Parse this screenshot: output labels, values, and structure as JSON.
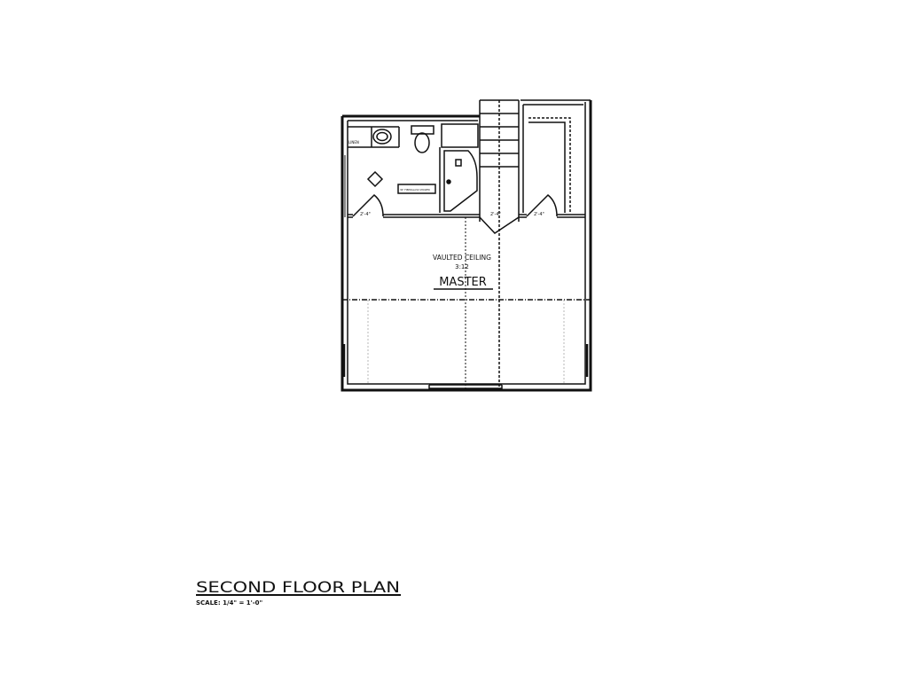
{
  "plan": {
    "title": "SECOND FLOOR PLAN",
    "scale": "SCALE: 1/4\" = 1'-0\"",
    "room_name": "MASTER",
    "ceiling_note": "VAULTED CEILING",
    "ceiling_pitch": "3:12",
    "door_labels": [
      "2'-4\"",
      "2'-4\"",
      "2'-4\""
    ],
    "shower_label": "36\" FIBERGLASS SHOWER",
    "vanity_label": "LINEN"
  },
  "colors": {
    "line": "#111111",
    "background": "#ffffff"
  }
}
